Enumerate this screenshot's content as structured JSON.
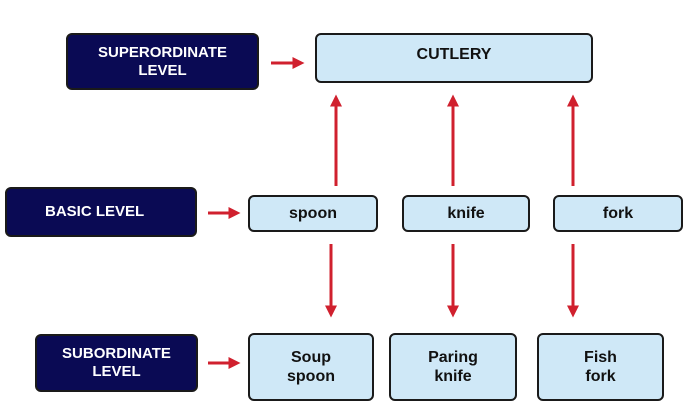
{
  "levels": {
    "superordinate": [
      "SUPERORDINATE",
      "LEVEL"
    ],
    "basic": "BASIC LEVEL",
    "subordinate": [
      "SUBORDINATE",
      "LEVEL"
    ]
  },
  "nodes": {
    "cutlery": "CUTLERY",
    "basic": [
      "spoon",
      "knife",
      "fork"
    ],
    "subordinate": [
      [
        "Soup",
        "spoon"
      ],
      [
        "Paring",
        "knife"
      ],
      [
        "Fish",
        "fork"
      ]
    ]
  },
  "colors": {
    "level_fill": "#0a0a54",
    "node_fill": "#cfe8f7",
    "arrow": "#d0202e"
  }
}
